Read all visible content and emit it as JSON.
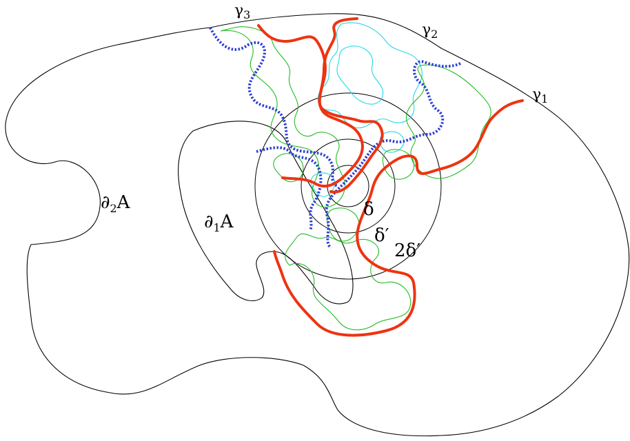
{
  "labels": {
    "outer_boundary": "∂",
    "outer_boundary_sub": "2",
    "outer_boundary_tail": "A",
    "inner_boundary": "∂",
    "inner_boundary_sub": "1",
    "inner_boundary_tail": "A",
    "gamma1": "γ",
    "gamma1_sub": "1",
    "gamma2": "γ",
    "gamma2_sub": "2",
    "gamma3": "γ",
    "gamma3_sub": "3",
    "radius_small": "δ",
    "radius_mid": "δ′",
    "radius_large": "2δ′"
  },
  "colors": {
    "curve_red": "#ee3311",
    "curve_blue_dotted": "#2a3fd6",
    "loops_green": "#22bb22",
    "loops_cyan": "#22d8e8",
    "outline": "#000000"
  }
}
